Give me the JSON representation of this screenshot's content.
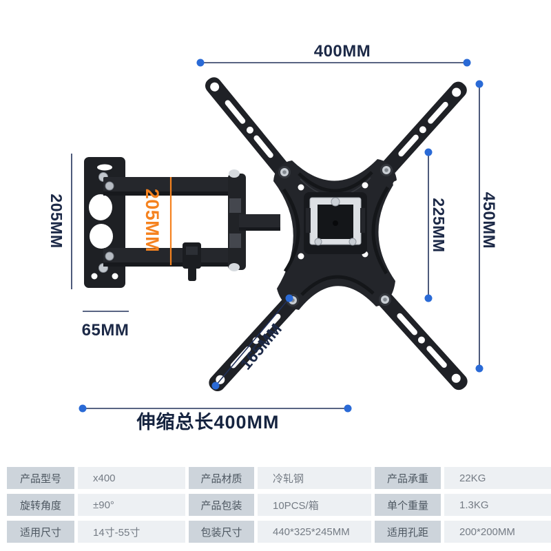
{
  "product_view": {
    "description": "articulating TV wall mount bracket",
    "annotations": {
      "top_width": "400MM",
      "right_total_height": "450MM",
      "right_half_height": "225MM",
      "wall_plate_height": "205MM",
      "arm_drop_height": "205MM",
      "wall_plate_width": "65MM",
      "spoke_arm_length": "165MM",
      "total_extension": "伸缩总长400MM"
    },
    "colors": {
      "dimension_text": "#1c2947",
      "dimension_line": "#21305a",
      "marker_dot": "#2a6ad6",
      "accent_orange": "#f5821f",
      "bracket_black": "#1f2126",
      "table_label_bg": "#cdd4db",
      "table_value_bg": "#edf0f3"
    }
  },
  "spec_table": {
    "rows": [
      {
        "cells": [
          {
            "label": "产品型号",
            "value": "x400"
          },
          {
            "label": "产品材质",
            "value": "冷轧钢"
          },
          {
            "label": "产品承重",
            "value": "22KG"
          }
        ]
      },
      {
        "cells": [
          {
            "label": "旋转角度",
            "value": "±90°"
          },
          {
            "label": "产品包装",
            "value": "10PCS/箱"
          },
          {
            "label": "单个重量",
            "value": "1.3KG"
          }
        ]
      },
      {
        "cells": [
          {
            "label": "适用尺寸",
            "value": "14寸-55寸"
          },
          {
            "label": "包装尺寸",
            "value": "440*325*245MM"
          },
          {
            "label": "适用孔距",
            "value": "200*200MM"
          }
        ]
      }
    ]
  }
}
